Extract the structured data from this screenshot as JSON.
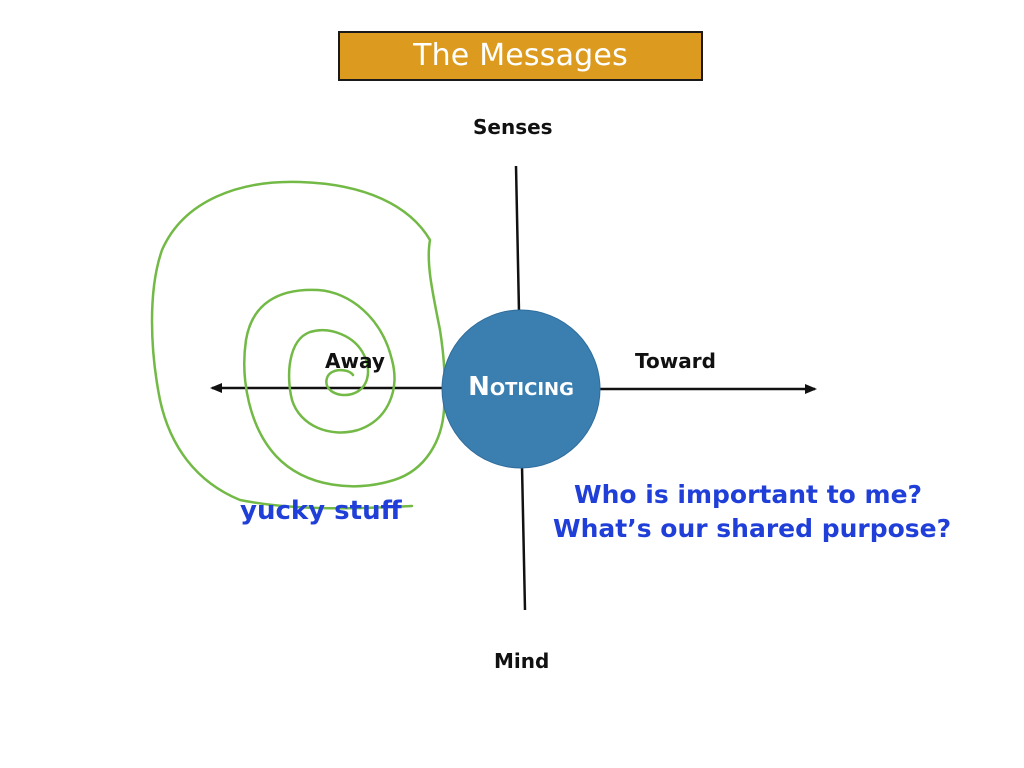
{
  "title": "The Messages",
  "axes": {
    "top": "Senses",
    "bottom": "Mind",
    "left": "Away",
    "right": "Toward"
  },
  "center": "Noticing",
  "annotations": {
    "away_side": "yucky stuff",
    "toward_side_line1": "Who is important to me?",
    "toward_side_line2": "What’s our shared purpose?"
  },
  "colors": {
    "title_background": "#dc9b1f",
    "title_text": "#ffffff",
    "circle_fill": "#3b7fb0",
    "spiral_stroke": "#72b946",
    "annotation_text": "#1f3fd8",
    "axis_line": "#111111"
  }
}
